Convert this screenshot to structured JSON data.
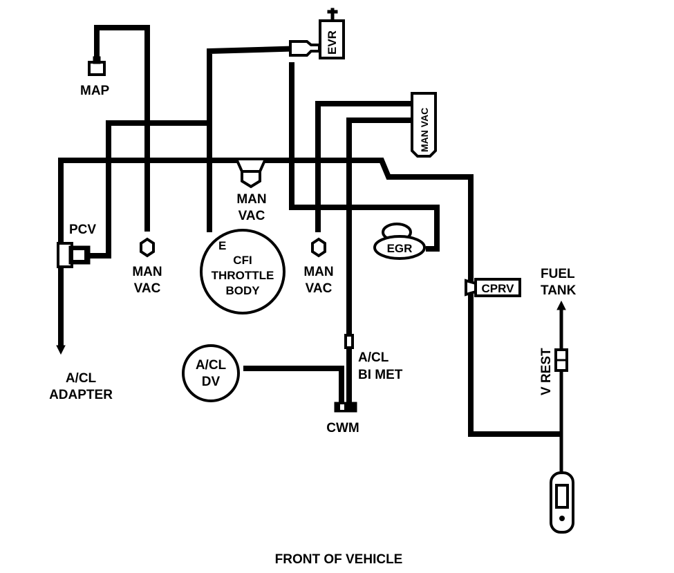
{
  "labels": {
    "map": "MAP",
    "pcv": "PCV",
    "man_vac_left": [
      "MAN",
      "VAC"
    ],
    "man_vac_center": [
      "MAN",
      "VAC"
    ],
    "man_vac_right": [
      "MAN",
      "VAC"
    ],
    "man_vac_port": "MAN VAC",
    "evr": "EVR",
    "throttle_body_marker": "E",
    "throttle_body": [
      "CFI",
      "THROTTLE",
      "BODY"
    ],
    "egr": "EGR",
    "cprv": "CPRV",
    "fuel_tank": [
      "FUEL",
      "TANK"
    ],
    "v_rest": "V REST",
    "acl_adapter": [
      "A/CL",
      "ADAPTER"
    ],
    "acl_dv": [
      "A/CL",
      "DV"
    ],
    "acl_bi_met": [
      "A/CL",
      "BI MET"
    ],
    "cwm": "CWM",
    "front_of_vehicle": "FRONT OF VEHICLE"
  }
}
